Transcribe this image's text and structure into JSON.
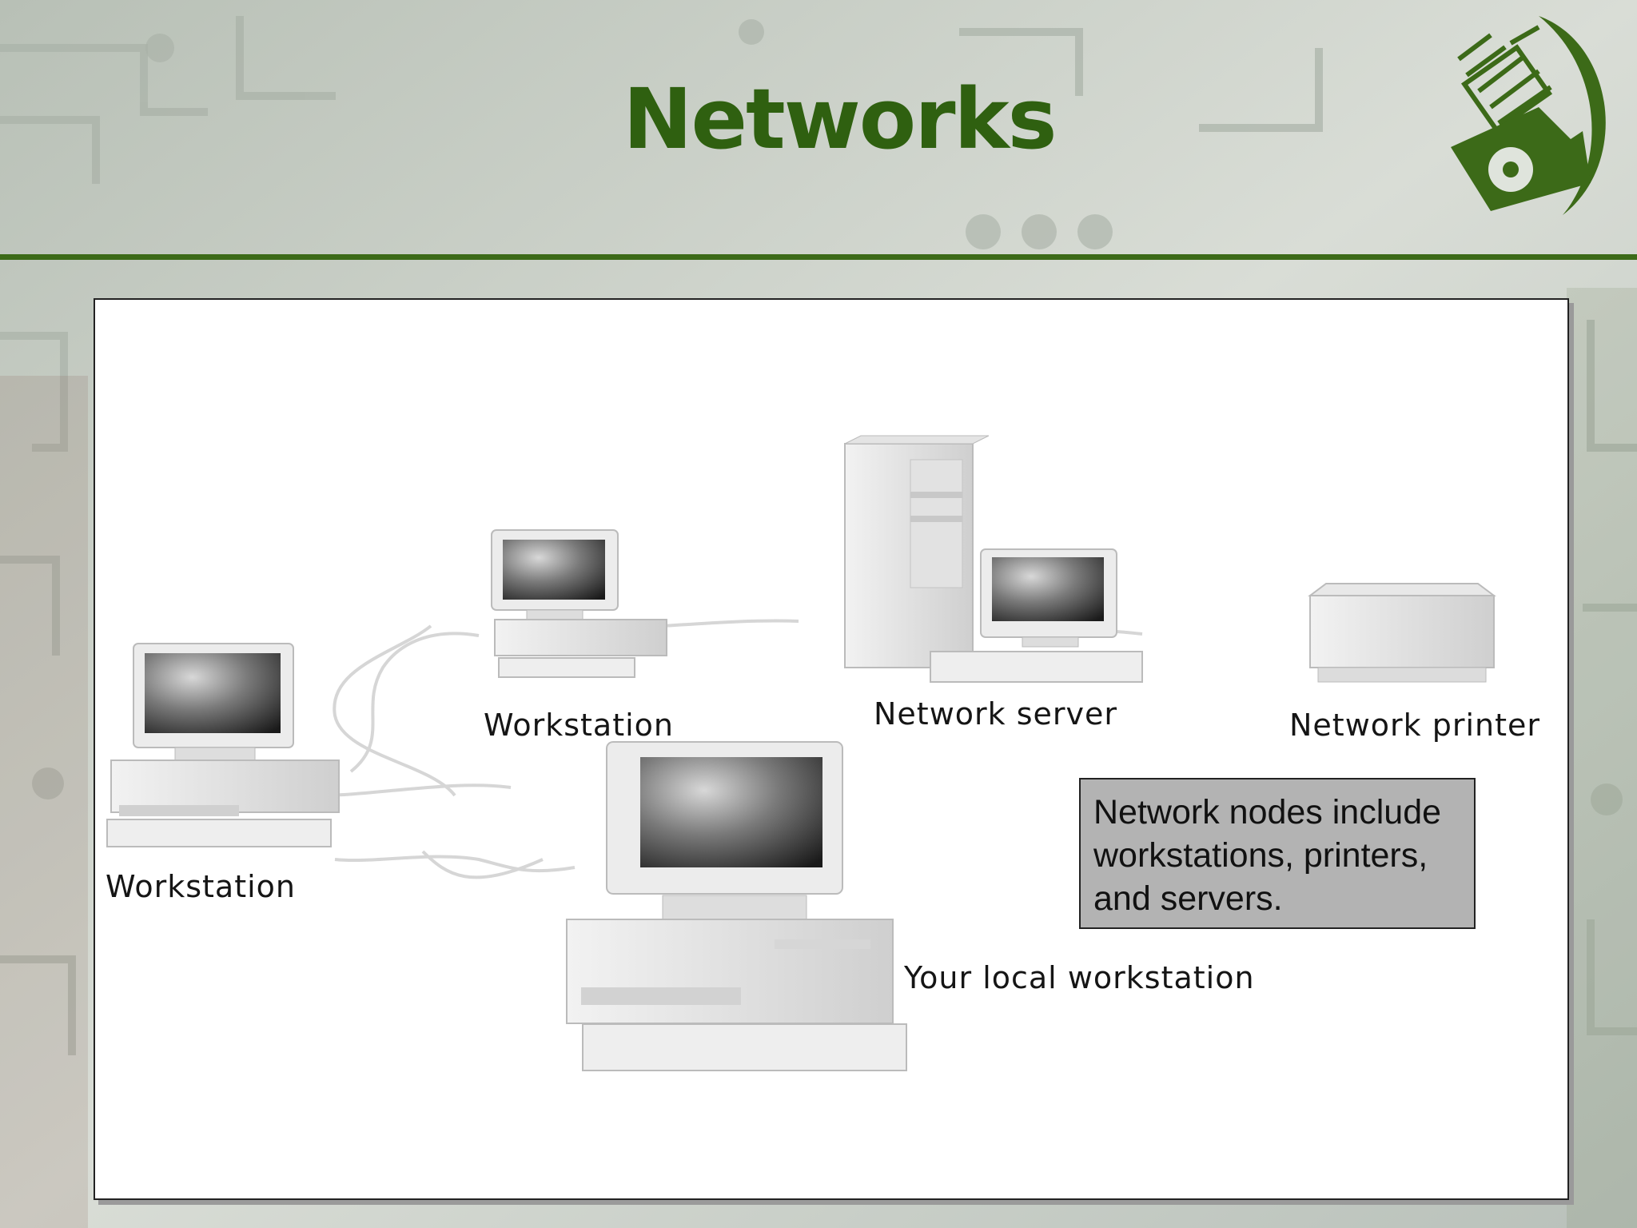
{
  "slide": {
    "title": "Networks",
    "accent_color": "#3c6a18"
  },
  "logo": {
    "icon": "circuit-disk-logo-icon"
  },
  "diagram": {
    "labels": {
      "workstation_left": "Workstation",
      "workstation_top": "Workstation",
      "network_server": "Network server",
      "network_printer": "Network printer",
      "local_workstation": "Your local workstation"
    },
    "callout": "Network nodes include workstations, printers, and servers."
  }
}
